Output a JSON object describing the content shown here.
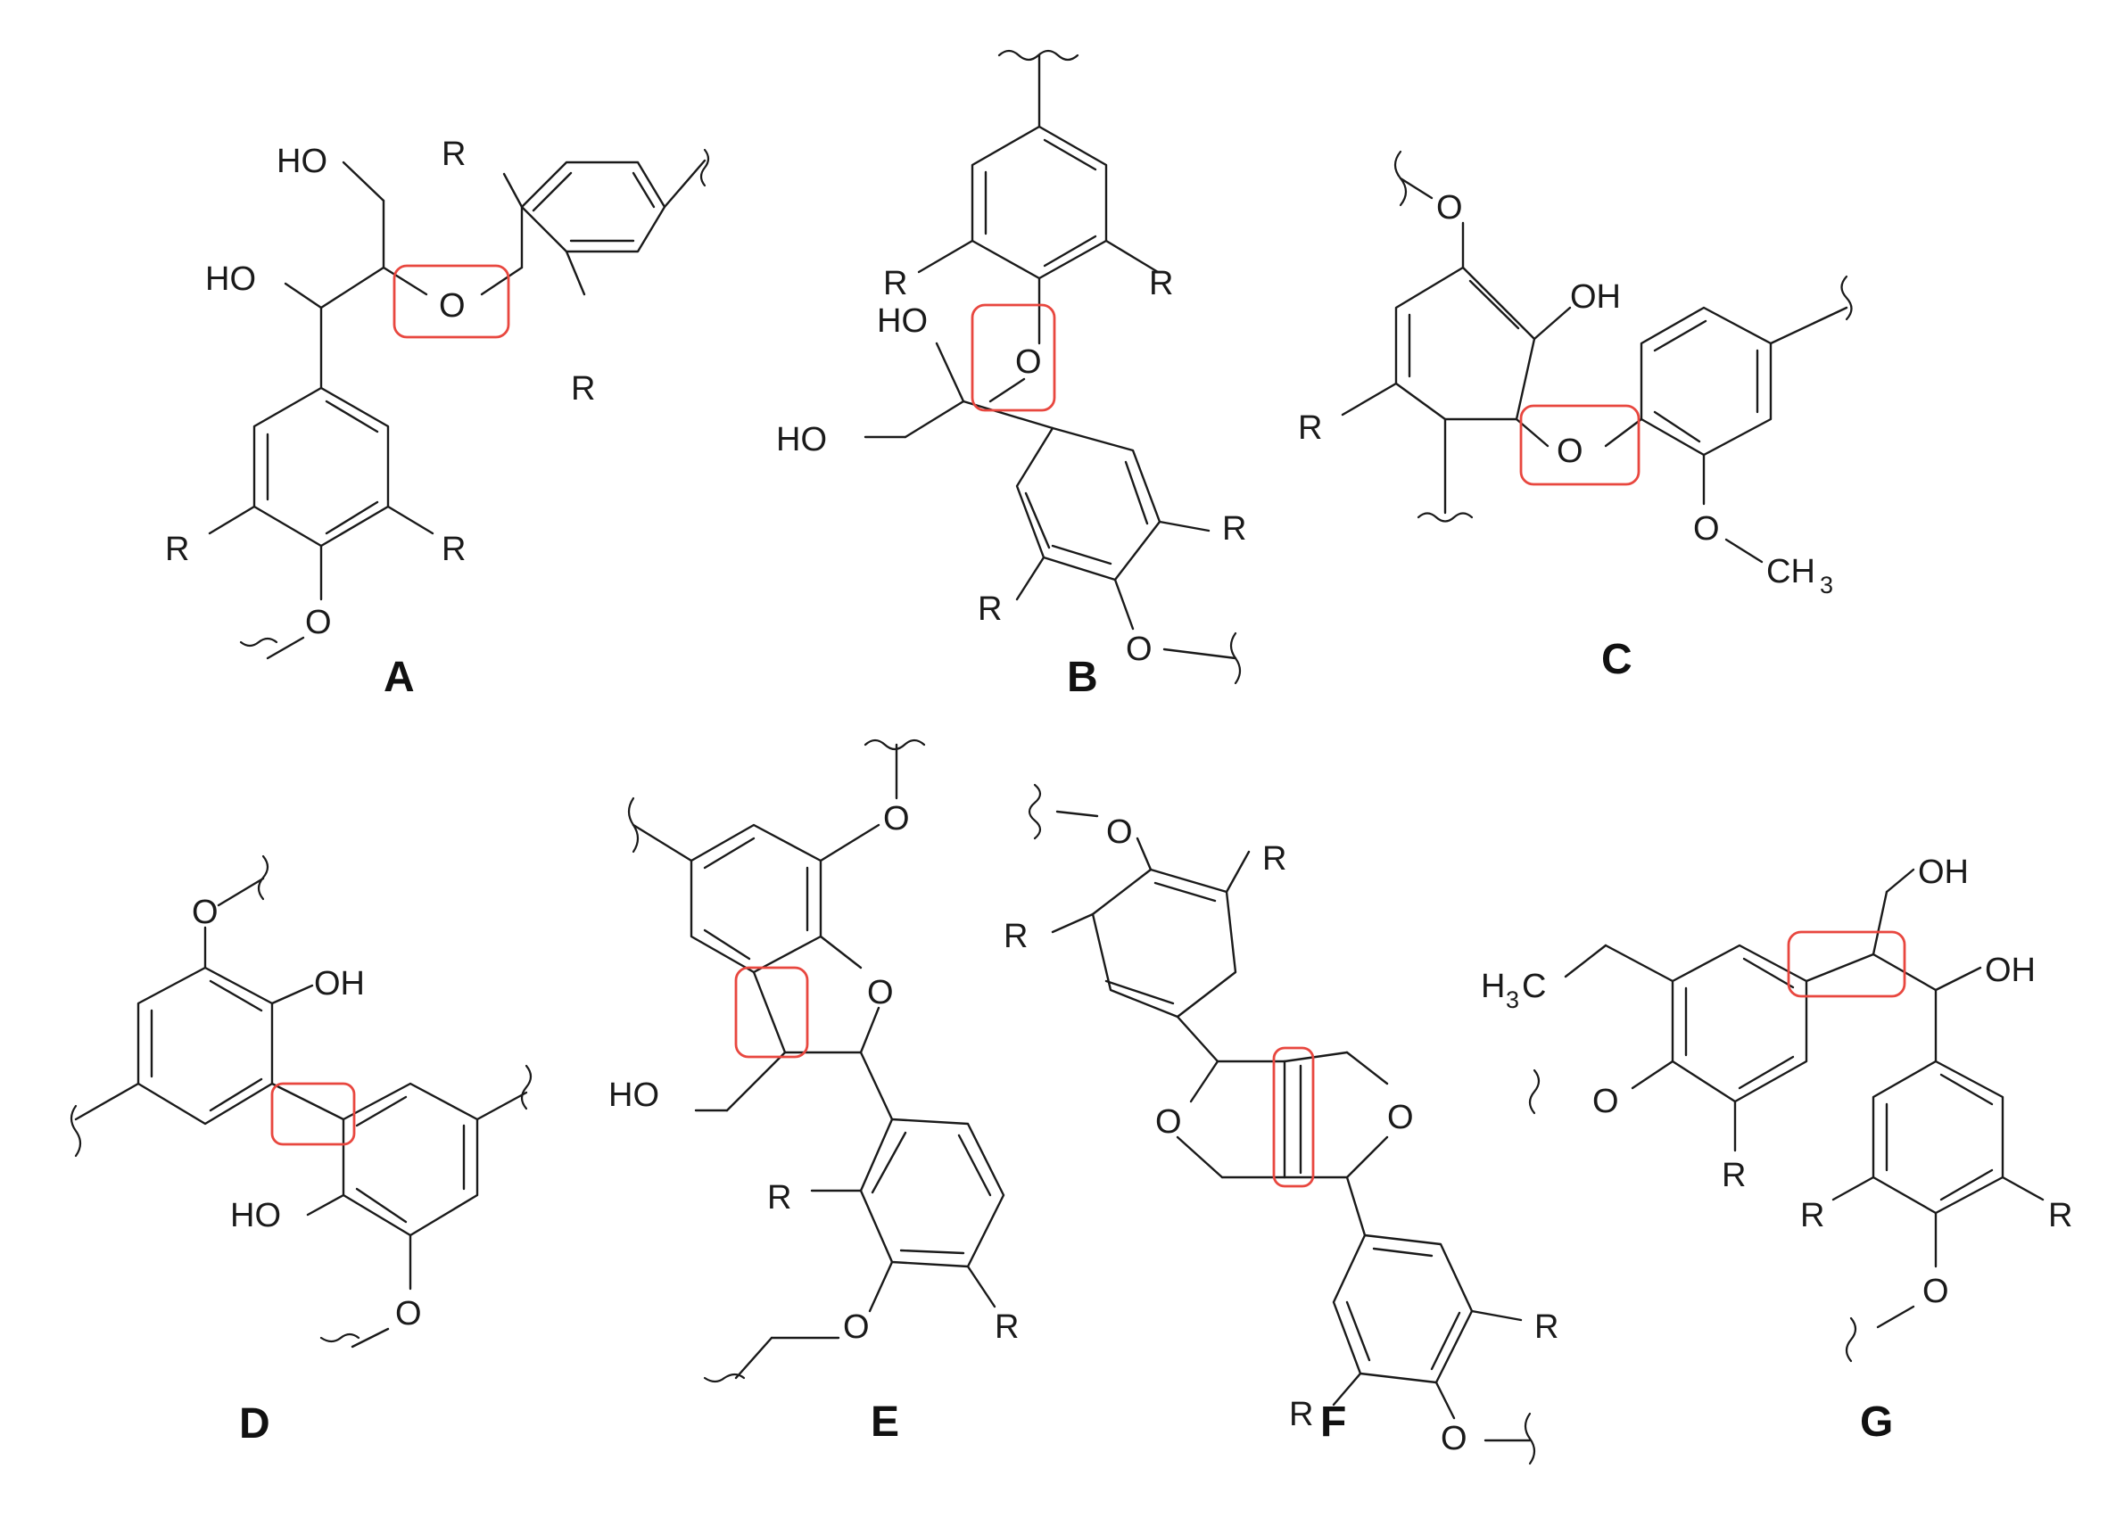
{
  "structures": [
    {
      "label": "A",
      "atoms": {
        "ho_top": "HO",
        "ho_mid": "HO",
        "o_ether": "O",
        "r_top": "R",
        "r_right": "R",
        "r_left": "R",
        "r_low_right": "R",
        "o_bottom": "O"
      }
    },
    {
      "label": "B",
      "atoms": {
        "r_left": "R",
        "r_right": "R",
        "ho_top": "HO",
        "o_ether": "O",
        "ho_left": "HO",
        "r_ring2_right": "R",
        "r_ring2_left": "R",
        "o_bottom": "O"
      }
    },
    {
      "label": "C",
      "atoms": {
        "o_top": "O",
        "oh": "OH",
        "r_left": "R",
        "o_ether": "O",
        "o_methoxy": "O",
        "ch3_main": "CH",
        "ch3_sub": "3"
      }
    },
    {
      "label": "D",
      "atoms": {
        "o_top": "O",
        "oh_top": "OH",
        "ho_bottom": "HO",
        "o_bottom": "O"
      }
    },
    {
      "label": "E",
      "atoms": {
        "o_top": "O",
        "o_ring": "O",
        "ho_left": "HO",
        "r_left": "R",
        "o_ether": "O",
        "r_right": "R"
      }
    },
    {
      "label": "F",
      "atoms": {
        "o_top": "O",
        "r_top": "R",
        "r_left": "R",
        "o_left": "O",
        "o_right": "O",
        "r_ring2_right": "R",
        "r_ring2_left": "R",
        "o_bottom": "O"
      }
    },
    {
      "label": "G",
      "atoms": {
        "oh_top": "OH",
        "oh_right": "OH",
        "h3c_main": "H",
        "h3c_sub": "3",
        "h3c_tail": "C",
        "o_left": "O",
        "r_ring1": "R",
        "r_ring2_left": "R",
        "r_ring2_right": "R",
        "o_bottom": "O"
      }
    }
  ],
  "colors": {
    "bond": "#1a1a1a",
    "highlight": "#e8473f",
    "background": "#ffffff"
  }
}
